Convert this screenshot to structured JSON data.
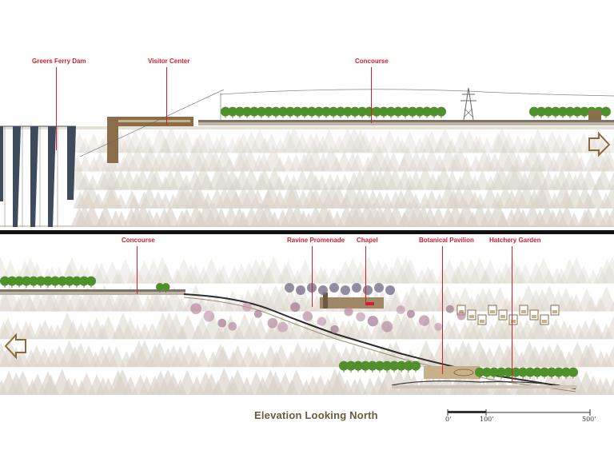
{
  "colors": {
    "annotation": "#d0202a",
    "title": "#6b5a3c",
    "divider": "#111111",
    "arrow": "#8a6a3a",
    "tree_green": "#4f8f2c",
    "tree_fog": "#d9d3c9",
    "structure": "#8a6d4a",
    "dam": "#3d4b5c"
  },
  "upper_section": {
    "labels": [
      {
        "key": "dam",
        "text": "Greers Ferry Dam"
      },
      {
        "key": "visitor",
        "text": "Visitor Center"
      },
      {
        "key": "concourse",
        "text": "Concourse"
      }
    ],
    "arrow_icon": "right-arrow-icon"
  },
  "lower_section": {
    "labels": [
      {
        "key": "concourse",
        "text": "Concourse"
      },
      {
        "key": "ravine",
        "text": "Ravine Promenade"
      },
      {
        "key": "chapel",
        "text": "Chapel"
      },
      {
        "key": "botanical",
        "text": "Botanical Pavilion"
      },
      {
        "key": "hatchery",
        "text": "Hatchery Garden"
      }
    ],
    "arrow_icon": "left-arrow-icon"
  },
  "title": "Elevation Looking North",
  "scale": {
    "labels": [
      "0'",
      "100'",
      "500'"
    ]
  }
}
